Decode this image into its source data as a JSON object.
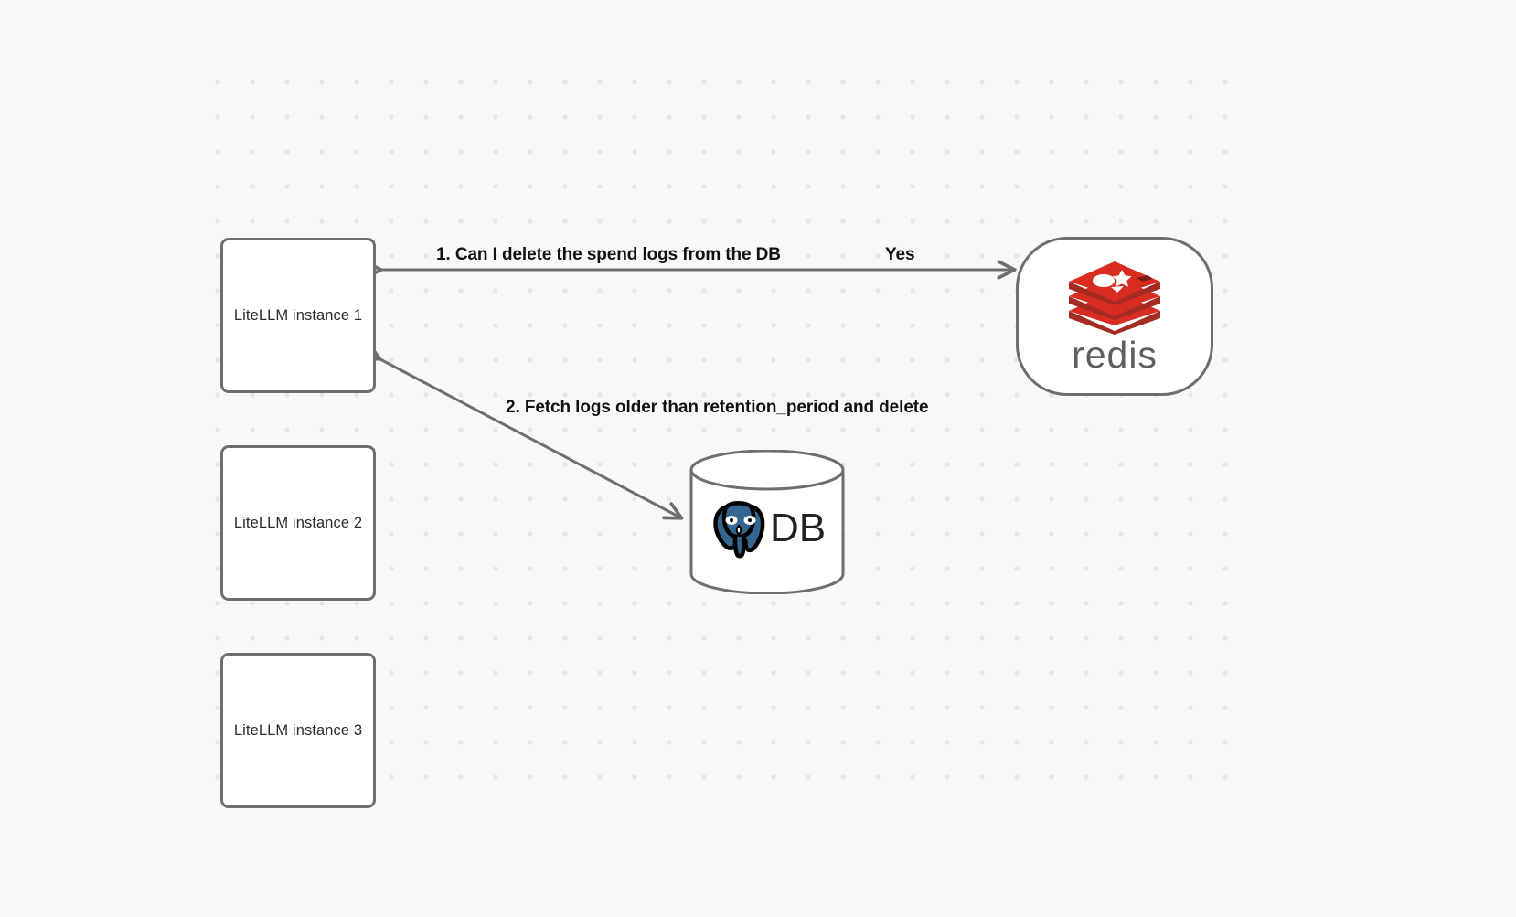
{
  "canvas": {
    "background_color": "#f8f8f8",
    "grid_dot_color": "#e6e6e6"
  },
  "nodes": [
    {
      "id": "litellm-1",
      "label": "LiteLLM instance 1",
      "shape": "rounded-rect"
    },
    {
      "id": "litellm-2",
      "label": "LiteLLM instance 2",
      "shape": "rounded-rect"
    },
    {
      "id": "litellm-3",
      "label": "LiteLLM instance 3",
      "shape": "rounded-rect"
    },
    {
      "id": "redis",
      "label": "redis",
      "shape": "stadium",
      "logo": "redis-logo-icon",
      "logo_color": "#d82c20",
      "text_color": "#5f5f5f"
    },
    {
      "id": "postgres-db",
      "label": "DB",
      "shape": "cylinder",
      "logo": "postgresql-elephant-icon",
      "logo_color": "#336791"
    }
  ],
  "edges": [
    {
      "id": "edge-1",
      "from": "litellm-1",
      "to": "redis",
      "label": "1.  Can I delete the spend logs from the DB",
      "reply_label": "Yes",
      "direction": "bidirectional"
    },
    {
      "id": "edge-2",
      "from": "litellm-1",
      "to": "postgres-db",
      "label": "2.  Fetch logs older than retention_period and delete",
      "direction": "bidirectional"
    }
  ],
  "edge_style": {
    "stroke_color": "#6e6e6e",
    "stroke_width": 3
  }
}
